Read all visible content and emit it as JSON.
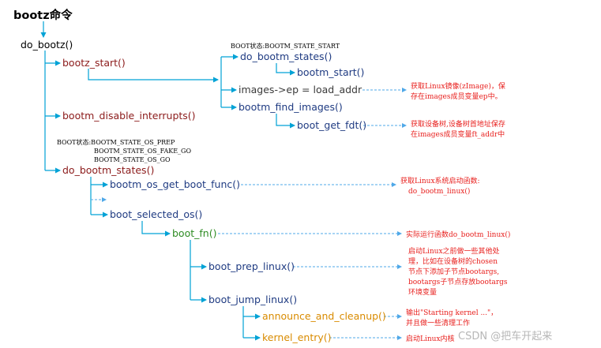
{
  "title": "bootz命令",
  "watermark": "CSDN @把车开起来",
  "colors": {
    "black": "#000000",
    "bracket": "#00a2d6",
    "dashed": "#4fa8e8",
    "maroon": "#8b1a1a",
    "navy": "#1f3b82",
    "green": "#2e8b23",
    "orange": "#d98b00",
    "note_red": "#e8201e",
    "node_gray": "#3a3a3a"
  },
  "nodes": {
    "do_bootz": "do_bootz()",
    "bootz_start": "bootz_start()",
    "do_bootm_states_1": "do_bootm_states()",
    "bootm_start": "bootm_start()",
    "images_ep": "images->ep = load_addr",
    "bootm_find_images": "bootm_find_images()",
    "boot_get_fdt": "boot_get_fdt()",
    "bootm_disable_interrupts": "bootm_disable_interrupts()",
    "do_bootm_states_2": "do_bootm_states()",
    "bootm_os_get_boot_func": "bootm_os_get_boot_func()",
    "boot_selected_os": "boot_selected_os()",
    "boot_fn": "boot_fn()",
    "boot_prep_linux": "boot_prep_linux()",
    "boot_jump_linux": "boot_jump_linux()",
    "announce_and_cleanup": "announce_and_cleanup()",
    "kernel_entry": "kernel_entry()"
  },
  "states": {
    "state_start": "BOOT状态:BOOTM_STATE_START",
    "state_os_1": "BOOT状态:BOOTM_STATE_OS_PREP",
    "state_os_2": "BOOTM_STATE_OS_FAKE_GO",
    "state_os_3": "BOOTM_STATE_OS_GO"
  },
  "notes": {
    "note_zimage_1": "获取Linux镜像(zImage)，保",
    "note_zimage_2": "存在images成员变量ep中。",
    "note_fdt_1": "获取设备树,设备树首地址保存",
    "note_fdt_2": "在images成员变量ft_addr中",
    "note_func_1": "获取Linux系统启动函数:",
    "note_func_2": "do_bootm_linux()",
    "note_run": "实际运行函数do_bootm_linux()",
    "note_prep_1": "启动Linux之前做一些其他处",
    "note_prep_2": "理，比如在设备树的chosen",
    "note_prep_3": "节点下添加子节点bootargs,",
    "note_prep_4": "bootargs子节点存放bootargs",
    "note_prep_5": "环境变量",
    "note_cleanup_1": "输出\"Starting kernel ...\"，",
    "note_cleanup_2": "并且做一些清理工作",
    "note_kernel": "启动Linux内核"
  }
}
